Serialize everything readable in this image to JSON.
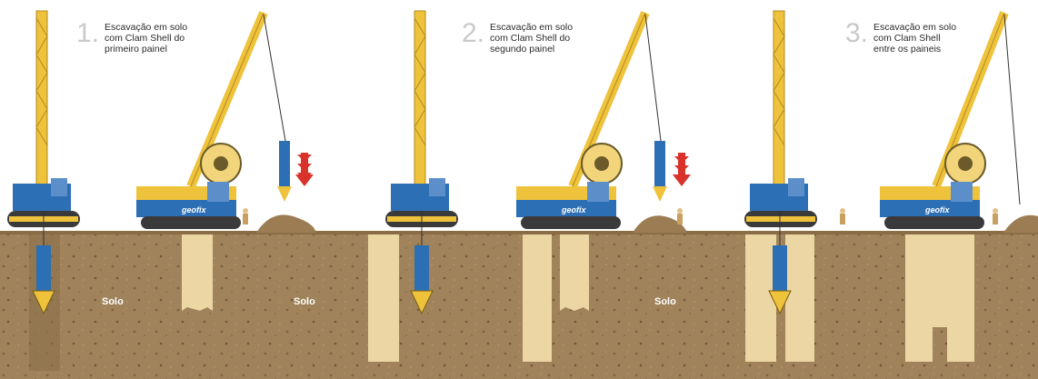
{
  "panels": [
    {
      "number": "1.",
      "lines": [
        "Escavação em solo",
        "com Clam Shell do",
        "primeiro painel"
      ],
      "soil_label": "Solo"
    },
    {
      "number": "2.",
      "lines": [
        "Escavação em solo",
        "com Clam Shell do",
        "segundo painel"
      ],
      "soil_label": "Solo"
    },
    {
      "number": "3.",
      "lines": [
        "Escavação em solo",
        "com Clam Shell",
        "entre os paineis"
      ],
      "soil_label": "Solo"
    }
  ],
  "brand": "geofix",
  "colors": {
    "soil": "#a0835a",
    "soil_dark": "#7d6443",
    "trench": "#ecd6a3",
    "crane_yellow": "#efc23c",
    "machine_blue": "#2d6fb5",
    "track": "#3a3a3a",
    "arrow_red": "#d8322b",
    "sky": "#ffffff"
  },
  "icons": [
    "drilling-rig-icon",
    "crawler-crane-icon",
    "clam-shell-icon",
    "worker-icon",
    "down-arrow-icon",
    "soil-pile-icon"
  ]
}
